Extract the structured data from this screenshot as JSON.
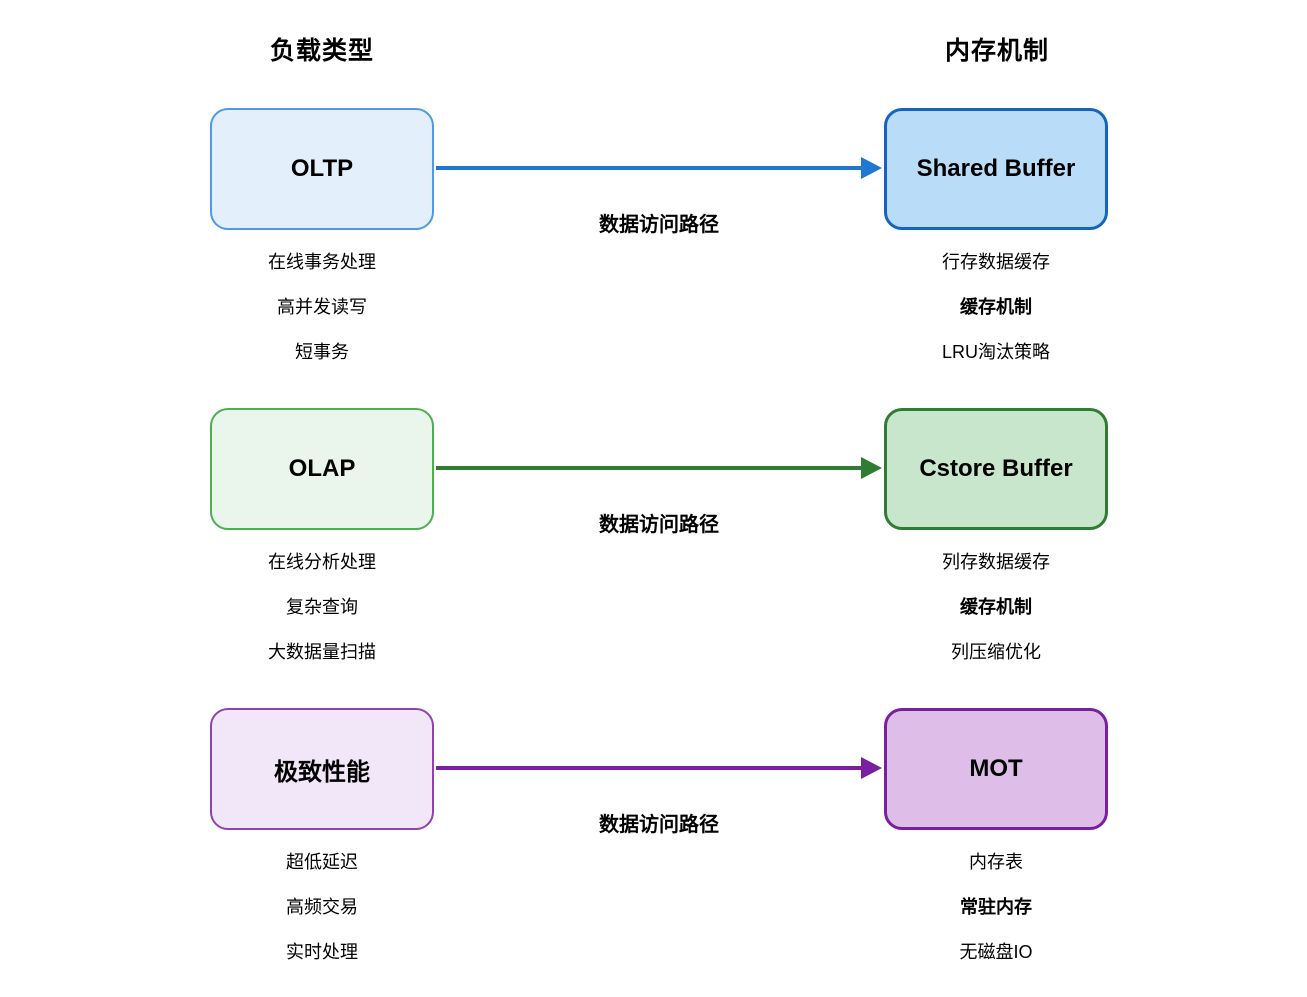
{
  "page": {
    "background": "#ffffff",
    "text_color": "#000000"
  },
  "headers": {
    "left": "负载类型",
    "right": "内存机制"
  },
  "rows": [
    {
      "left": {
        "title": "OLTP",
        "fill": "#e3f0fc",
        "border": "#4c9ae8",
        "annotations": [
          "在线事务处理",
          "高并发读写",
          "短事务"
        ]
      },
      "right": {
        "title": "Shared Buffer",
        "fill": "#b9ddf8",
        "border": "#1565c0",
        "annotations": [
          "行存数据缓存",
          "缓存机制",
          "LRU淘汰策略"
        ]
      },
      "arrow": {
        "label": "数据访问路径",
        "color": "#1e78d2"
      }
    },
    {
      "left": {
        "title": "OLAP",
        "fill": "#eaf5eb",
        "border": "#4caf50",
        "annotations": [
          "在线分析处理",
          "复杂查询",
          "大数据量扫描"
        ]
      },
      "right": {
        "title": "Cstore Buffer",
        "fill": "#c7e6cb",
        "border": "#2e7d32",
        "annotations": [
          "列存数据缓存",
          "缓存机制",
          "列压缩优化"
        ]
      },
      "arrow": {
        "label": "数据访问路径",
        "color": "#2e7d32"
      }
    },
    {
      "left": {
        "title": "极致性能",
        "fill": "#f2e7f8",
        "border": "#8e44ad",
        "annotations": [
          "超低延迟",
          "高频交易",
          "实时处理"
        ]
      },
      "right": {
        "title": "MOT",
        "fill": "#debee9",
        "border": "#7b1fa2",
        "annotations": [
          "内存表",
          "常驻内存",
          "无磁盘IO"
        ]
      },
      "arrow": {
        "label": "数据访问路径",
        "color": "#7b1fa2"
      }
    }
  ]
}
